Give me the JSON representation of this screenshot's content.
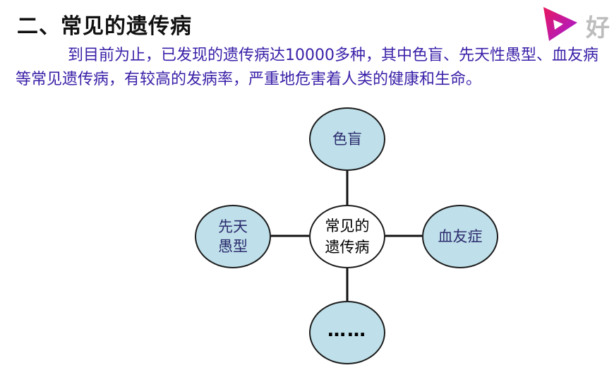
{
  "heading": "二、常见的遗传病",
  "paragraph": "到目前为止，已发现的遗传病达10000多种，其中色盲、先天性愚型、血友病等常见遗传病，有较高的发病率，严重地危害着人类的健康和生命。",
  "logo": {
    "icon": "play-logo-icon",
    "text": "好"
  },
  "diagram": {
    "center_line1": "常见的",
    "center_line2": "遗传病",
    "top": "色盲",
    "left_line1": "先天",
    "left_line2": "愚型",
    "right": "血友症",
    "bottom": "……"
  },
  "colors": {
    "node_fill": "#bfe0ea",
    "text_purple": "#3a1fa8"
  }
}
